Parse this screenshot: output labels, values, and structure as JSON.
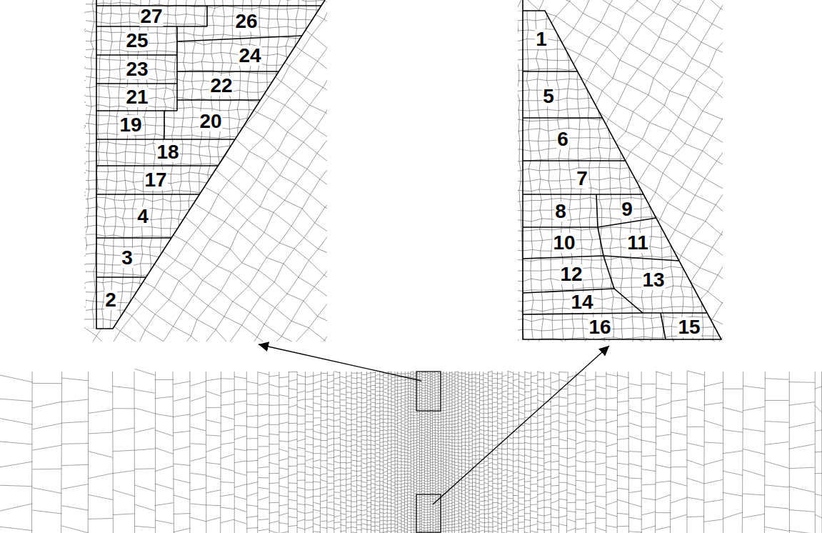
{
  "diagram": {
    "labels": [
      "27",
      "26",
      "25",
      "24",
      "23",
      "22",
      "21",
      "20",
      "19",
      "18",
      "17",
      "4",
      "3",
      "2",
      "1",
      "5",
      "6",
      "7",
      "8",
      "9",
      "10",
      "11",
      "12",
      "13",
      "14",
      "15",
      "16"
    ]
  }
}
